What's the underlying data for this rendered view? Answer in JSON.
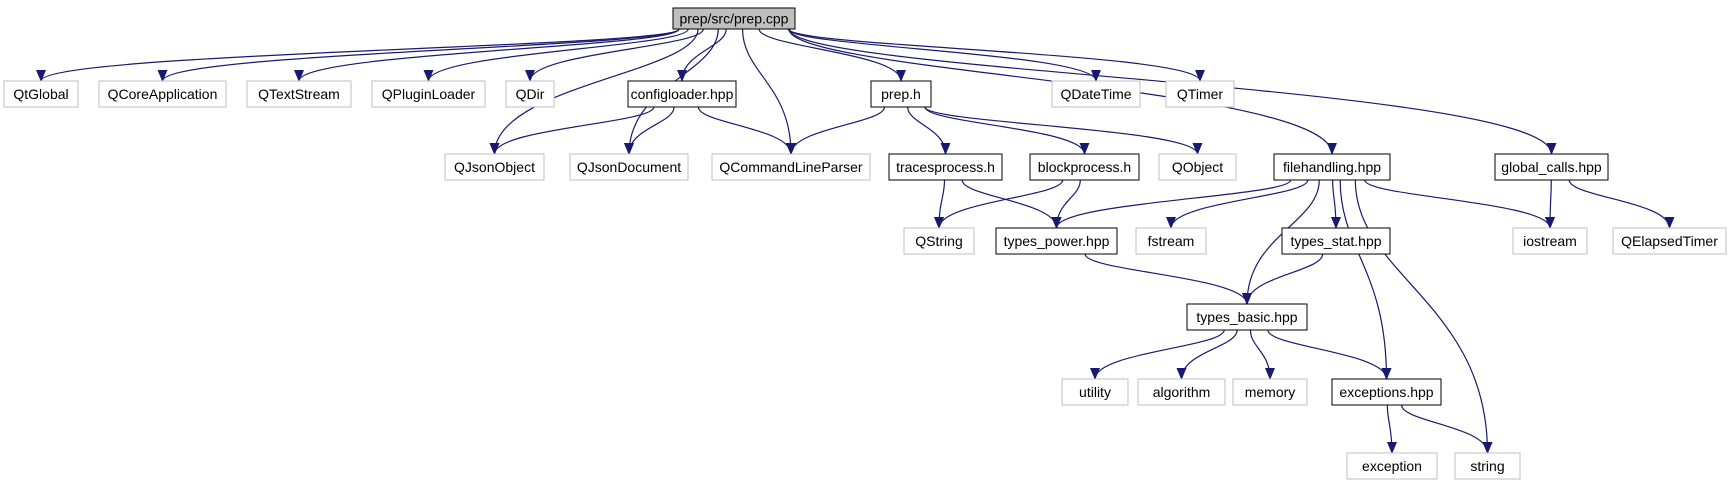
{
  "diagram": {
    "colors": {
      "edge": "#191970",
      "root_fill": "#bfbfbf",
      "local_border": "#000000",
      "system_border": "#bfbfbf"
    },
    "nodes": [
      {
        "id": "prep_cpp",
        "label": "prep/src/prep.cpp",
        "kind": "root"
      },
      {
        "id": "QtGlobal",
        "label": "QtGlobal",
        "kind": "system"
      },
      {
        "id": "QCoreApplication",
        "label": "QCoreApplication",
        "kind": "system"
      },
      {
        "id": "QTextStream",
        "label": "QTextStream",
        "kind": "system"
      },
      {
        "id": "QPluginLoader",
        "label": "QPluginLoader",
        "kind": "system"
      },
      {
        "id": "QDir",
        "label": "QDir",
        "kind": "system"
      },
      {
        "id": "configloader",
        "label": "configloader.hpp",
        "kind": "local"
      },
      {
        "id": "prep_h",
        "label": "prep.h",
        "kind": "local"
      },
      {
        "id": "QDateTime",
        "label": "QDateTime",
        "kind": "system"
      },
      {
        "id": "QTimer",
        "label": "QTimer",
        "kind": "system"
      },
      {
        "id": "QJsonObject",
        "label": "QJsonObject",
        "kind": "system"
      },
      {
        "id": "QJsonDocument",
        "label": "QJsonDocument",
        "kind": "system"
      },
      {
        "id": "QCommandLineParser",
        "label": "QCommandLineParser",
        "kind": "system"
      },
      {
        "id": "tracesprocess",
        "label": "tracesprocess.h",
        "kind": "local"
      },
      {
        "id": "blockprocess",
        "label": "blockprocess.h",
        "kind": "local"
      },
      {
        "id": "QObject",
        "label": "QObject",
        "kind": "system"
      },
      {
        "id": "filehandling",
        "label": "filehandling.hpp",
        "kind": "local"
      },
      {
        "id": "global_calls",
        "label": "global_calls.hpp",
        "kind": "local"
      },
      {
        "id": "QString",
        "label": "QString",
        "kind": "system"
      },
      {
        "id": "types_power",
        "label": "types_power.hpp",
        "kind": "local"
      },
      {
        "id": "fstream",
        "label": "fstream",
        "kind": "system"
      },
      {
        "id": "types_stat",
        "label": "types_stat.hpp",
        "kind": "local"
      },
      {
        "id": "iostream",
        "label": "iostream",
        "kind": "system"
      },
      {
        "id": "QElapsedTimer",
        "label": "QElapsedTimer",
        "kind": "system"
      },
      {
        "id": "types_basic",
        "label": "types_basic.hpp",
        "kind": "local"
      },
      {
        "id": "utility",
        "label": "utility",
        "kind": "system"
      },
      {
        "id": "algorithm",
        "label": "algorithm",
        "kind": "system"
      },
      {
        "id": "memory",
        "label": "memory",
        "kind": "system"
      },
      {
        "id": "exceptions",
        "label": "exceptions.hpp",
        "kind": "local"
      },
      {
        "id": "exception",
        "label": "exception",
        "kind": "system"
      },
      {
        "id": "string",
        "label": "string",
        "kind": "system"
      }
    ],
    "edges": [
      [
        "prep_cpp",
        "QtGlobal"
      ],
      [
        "prep_cpp",
        "QCoreApplication"
      ],
      [
        "prep_cpp",
        "QTextStream"
      ],
      [
        "prep_cpp",
        "QPluginLoader"
      ],
      [
        "prep_cpp",
        "QDir"
      ],
      [
        "prep_cpp",
        "QJsonObject"
      ],
      [
        "prep_cpp",
        "configloader"
      ],
      [
        "prep_cpp",
        "QJsonDocument"
      ],
      [
        "prep_cpp",
        "QCommandLineParser"
      ],
      [
        "prep_cpp",
        "prep_h"
      ],
      [
        "prep_cpp",
        "filehandling"
      ],
      [
        "prep_cpp",
        "QDateTime"
      ],
      [
        "prep_cpp",
        "QTimer"
      ],
      [
        "prep_cpp",
        "global_calls"
      ],
      [
        "configloader",
        "QJsonObject"
      ],
      [
        "configloader",
        "QJsonDocument"
      ],
      [
        "configloader",
        "QCommandLineParser"
      ],
      [
        "prep_h",
        "QCommandLineParser"
      ],
      [
        "prep_h",
        "tracesprocess"
      ],
      [
        "prep_h",
        "blockprocess"
      ],
      [
        "prep_h",
        "QObject"
      ],
      [
        "tracesprocess",
        "QString"
      ],
      [
        "tracesprocess",
        "types_power"
      ],
      [
        "blockprocess",
        "QString"
      ],
      [
        "blockprocess",
        "types_power"
      ],
      [
        "filehandling",
        "types_power"
      ],
      [
        "filehandling",
        "fstream"
      ],
      [
        "filehandling",
        "types_stat"
      ],
      [
        "filehandling",
        "iostream"
      ],
      [
        "filehandling",
        "types_basic"
      ],
      [
        "filehandling",
        "exceptions"
      ],
      [
        "filehandling",
        "string"
      ],
      [
        "global_calls",
        "iostream"
      ],
      [
        "global_calls",
        "QElapsedTimer"
      ],
      [
        "types_power",
        "types_basic"
      ],
      [
        "types_stat",
        "types_basic"
      ],
      [
        "types_basic",
        "utility"
      ],
      [
        "types_basic",
        "algorithm"
      ],
      [
        "types_basic",
        "memory"
      ],
      [
        "types_basic",
        "exceptions"
      ],
      [
        "exceptions",
        "exception"
      ],
      [
        "exceptions",
        "string"
      ]
    ]
  }
}
